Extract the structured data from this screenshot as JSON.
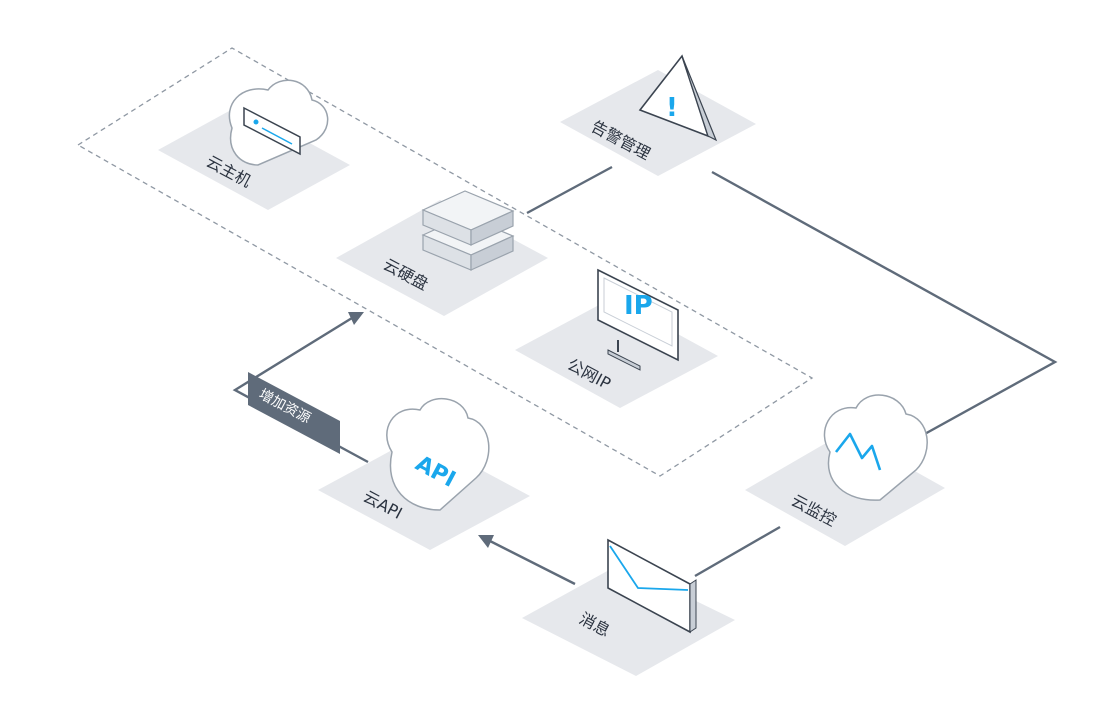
{
  "nodes": {
    "cvm": {
      "label": "云主机"
    },
    "cbs": {
      "label": "云硬盘"
    },
    "eip": {
      "label": "公网IP",
      "icon_text": "IP"
    },
    "alarm": {
      "label": "告警管理",
      "icon_text": "!"
    },
    "monitor": {
      "label": "云监控"
    },
    "message": {
      "label": "消息"
    },
    "api": {
      "label": "云API",
      "icon_text": "API"
    }
  },
  "edges": {
    "add_resource": {
      "label": "增加资源"
    }
  },
  "colors": {
    "accent": "#1aa7ec",
    "line": "#5f6b7a",
    "tile": "#e6e8ec",
    "tag": "#5f6b7a",
    "outline": "#9aa3ad"
  },
  "icons": {
    "cvm": "cloud-server-icon",
    "cbs": "disk-stack-icon",
    "eip": "monitor-ip-icon",
    "alarm": "warning-icon",
    "monitor": "cloud-pulse-icon",
    "message": "envelope-icon",
    "api": "cloud-api-icon"
  }
}
